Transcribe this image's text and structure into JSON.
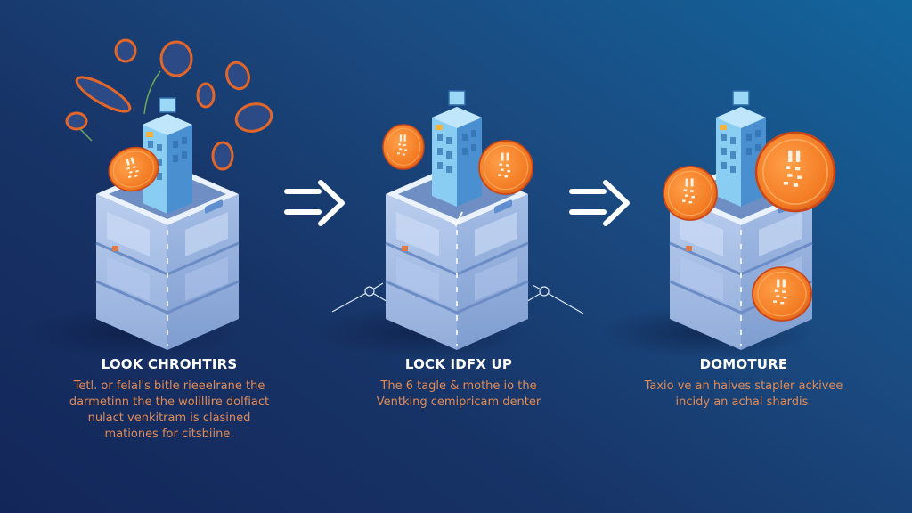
{
  "theme": {
    "background_start": "#13265a",
    "background_end": "#12659c",
    "title_color": "#ffffff",
    "description_color": "#e08a55",
    "coin_color": "#f0822a",
    "container_color": "#a9c1e6",
    "building_color": "#5aa4dc"
  },
  "steps": [
    {
      "title": "LOOK CHROHTIRS",
      "description_lines": [
        "Tetl. or felal's bitle rieeelrane the",
        "darmetinn the the wolillire dolfiact",
        "nulact venkitram is clasined",
        "mationes for citsbiine."
      ],
      "illustration": "container-with-floating-coins"
    },
    {
      "title": "LOCK IDFX UP",
      "description_lines": [
        "The 6 tagle & mothe io the",
        "Ventking cemipricam denter"
      ],
      "illustration": "container-with-coins-and-anchor-diagram"
    },
    {
      "title": "DOMOTURE",
      "description_lines": [
        "Taxio ve an haives stapler ackivee",
        "incidy an achal shardis."
      ],
      "illustration": "container-with-large-coins"
    }
  ],
  "arrows": [
    {
      "icon": "double-line-arrow-right-icon"
    },
    {
      "icon": "double-line-arrow-right-icon"
    }
  ]
}
